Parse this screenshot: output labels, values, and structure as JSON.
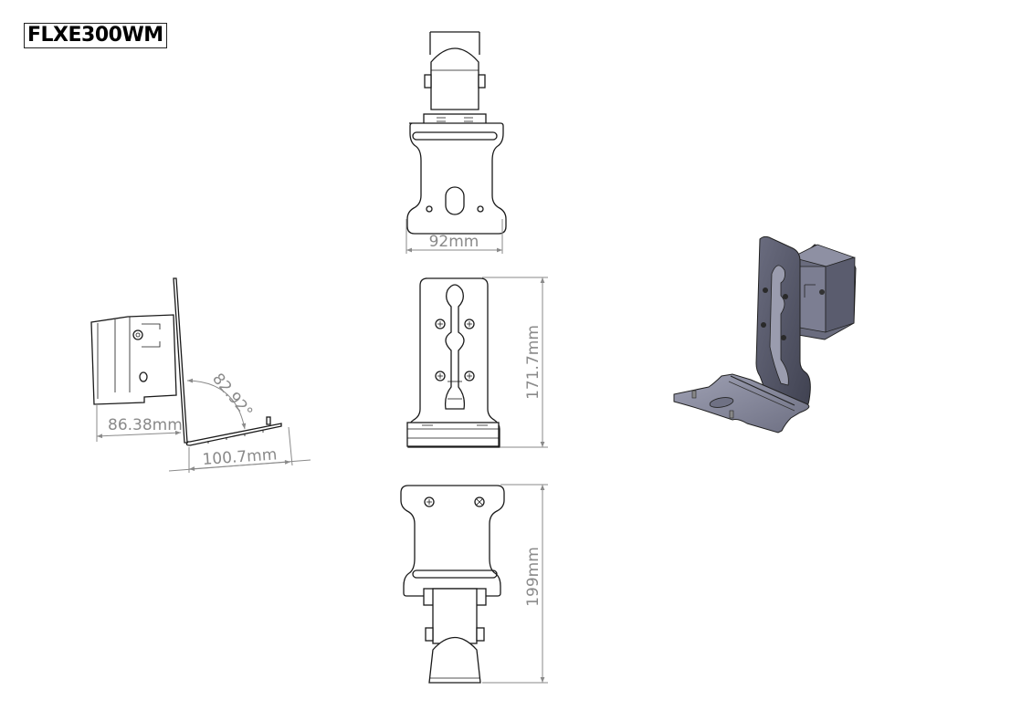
{
  "title": "FLXE300WM",
  "views": {
    "top": {
      "name": "top-view",
      "dimension": "92mm"
    },
    "front": {
      "name": "front-view",
      "dimension": "171.7mm"
    },
    "bottom": {
      "name": "bottom-view",
      "dimension": "199mm"
    },
    "side": {
      "name": "side-view",
      "dimensions": {
        "depth": "86.38mm",
        "base": "100.7mm",
        "angle": "82.92°"
      }
    },
    "isometric": {
      "name": "isometric-view"
    }
  },
  "colors": {
    "line": "#1a1a1a",
    "dimension": "#8a8a8a",
    "iso_metal": "#5a5c6e",
    "iso_highlight": "#a8aabb",
    "background": "#ffffff"
  }
}
